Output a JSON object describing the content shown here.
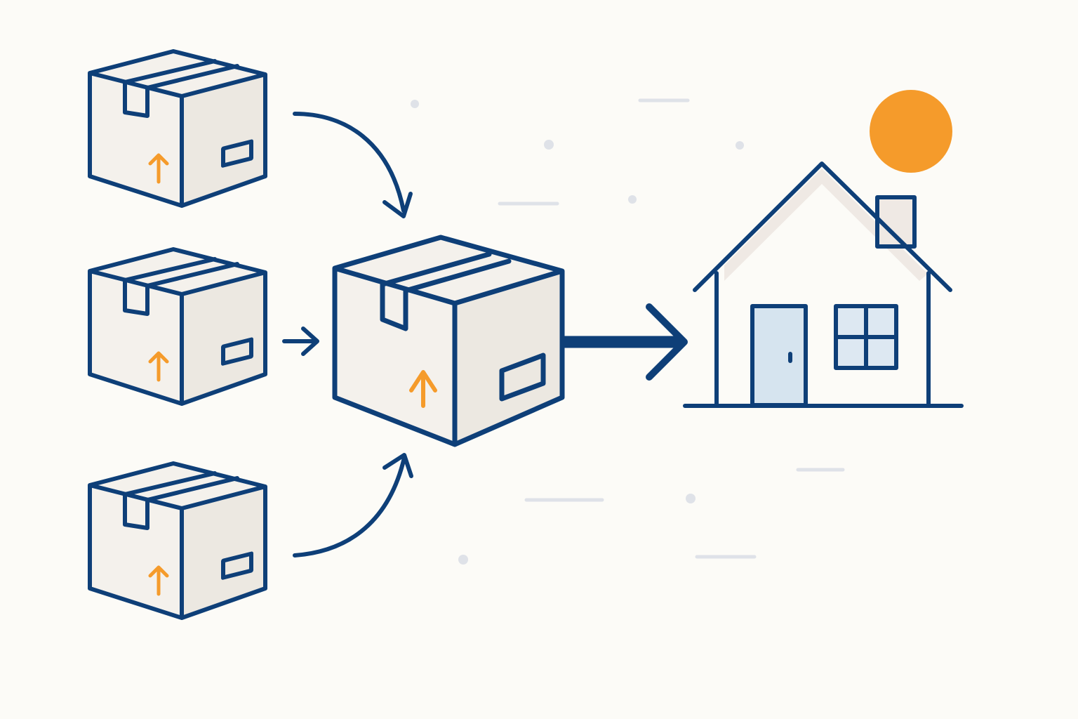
{
  "colors": {
    "background": "#fcfbf7",
    "outline": "#0e3f78",
    "box_fill": "#f4f1ec",
    "box_shade": "#ece8e1",
    "accent": "#f59b2b",
    "door": "#d6e4ef",
    "window": "#dde8f2",
    "roof_shade": "#efe9e4",
    "decor": "#dfe2e8"
  },
  "diagram": {
    "small_boxes": [
      {
        "name": "package-box-top",
        "icon": "cardboard-box-icon",
        "label_icon": "this-side-up-arrow-icon"
      },
      {
        "name": "package-box-middle",
        "icon": "cardboard-box-icon",
        "label_icon": "this-side-up-arrow-icon"
      },
      {
        "name": "package-box-bottom",
        "icon": "cardboard-box-icon",
        "label_icon": "this-side-up-arrow-icon"
      }
    ],
    "consolidated_box": {
      "name": "consolidated-package-box",
      "icon": "cardboard-box-icon"
    },
    "arrows": [
      {
        "name": "arrow-top-to-consolidated",
        "icon": "curved-arrow-down-icon"
      },
      {
        "name": "arrow-middle-to-consolidated",
        "icon": "arrow-right-icon"
      },
      {
        "name": "arrow-bottom-to-consolidated",
        "icon": "curved-arrow-up-icon"
      },
      {
        "name": "arrow-consolidated-to-house",
        "icon": "bold-arrow-right-icon"
      }
    ],
    "destination": {
      "name": "house",
      "icon": "house-icon",
      "extras": [
        "sun-icon",
        "chimney",
        "door",
        "window"
      ]
    }
  }
}
